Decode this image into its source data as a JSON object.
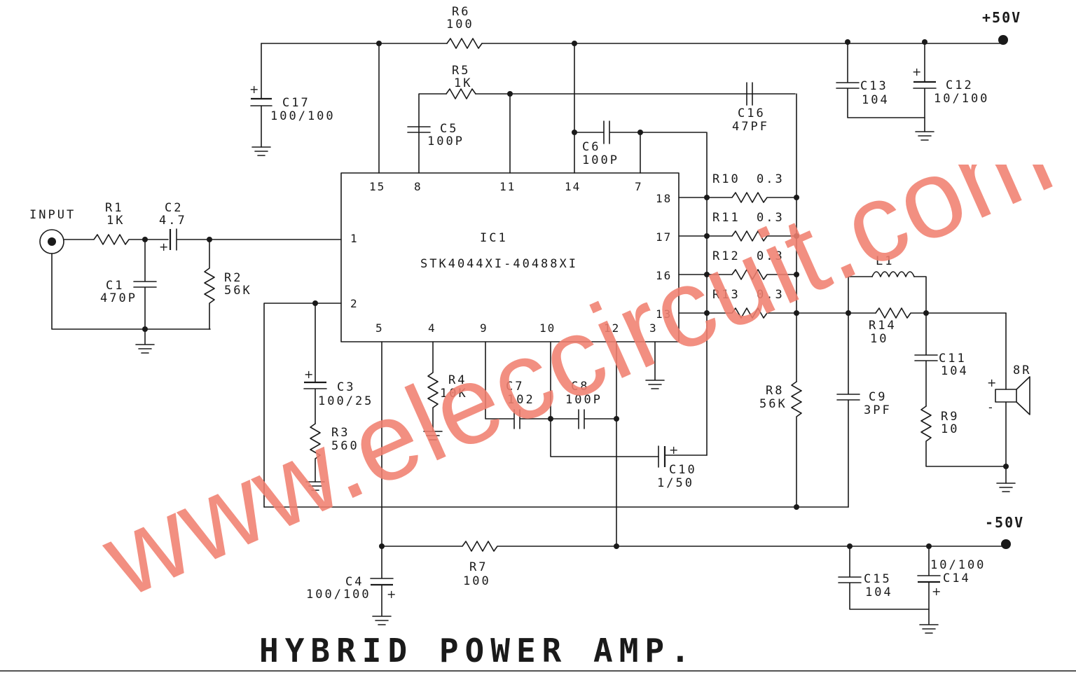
{
  "title": "HYBRID POWER AMP.",
  "watermark": "www.eleccircuit.com",
  "rails": {
    "positive": "+50V",
    "negative": "-50V"
  },
  "input_label": "INPUT",
  "ic": {
    "ref": "IC1",
    "part": "STK4044XI-40488XI",
    "pins": {
      "p15": "15",
      "p8": "8",
      "p11": "11",
      "p14": "14",
      "p7": "7",
      "p18": "18",
      "p17": "17",
      "p16": "16",
      "p13": "13",
      "p1": "1",
      "p2": "2",
      "p5": "5",
      "p4": "4",
      "p9": "9",
      "p10": "10",
      "p12": "12",
      "p3": "3"
    }
  },
  "components": {
    "R1": {
      "ref": "R1",
      "value": "1K"
    },
    "R2": {
      "ref": "R2",
      "value": "56K"
    },
    "R3": {
      "ref": "R3",
      "value": "560"
    },
    "R4": {
      "ref": "R4",
      "value": "10K"
    },
    "R5": {
      "ref": "R5",
      "value": "1K"
    },
    "R6": {
      "ref": "R6",
      "value": "100"
    },
    "R7": {
      "ref": "R7",
      "value": "100"
    },
    "R8": {
      "ref": "R8",
      "value": "56K"
    },
    "R9": {
      "ref": "R9",
      "value": "10"
    },
    "R10": {
      "ref": "R10",
      "value": "0.3"
    },
    "R11": {
      "ref": "R11",
      "value": "0.3"
    },
    "R12": {
      "ref": "R12",
      "value": "0.3"
    },
    "R13": {
      "ref": "R13",
      "value": "0.3"
    },
    "R14": {
      "ref": "R14",
      "value": "10"
    },
    "C1": {
      "ref": "C1",
      "value": "470P"
    },
    "C2": {
      "ref": "C2",
      "value": "4.7"
    },
    "C3": {
      "ref": "C3",
      "value": "100/25"
    },
    "C4": {
      "ref": "C4",
      "value": "100/100"
    },
    "C5": {
      "ref": "C5",
      "value": "100P"
    },
    "C6": {
      "ref": "C6",
      "value": "100P"
    },
    "C7": {
      "ref": "C7",
      "value": "102"
    },
    "C8": {
      "ref": "C8",
      "value": "100P"
    },
    "C9": {
      "ref": "C9",
      "value": "3PF"
    },
    "C10": {
      "ref": "C10",
      "value": "1/50"
    },
    "C11": {
      "ref": "C11",
      "value": "104"
    },
    "C12": {
      "ref": "C12",
      "value": "10/100"
    },
    "C13": {
      "ref": "C13",
      "value": "104"
    },
    "C14": {
      "ref": "C14",
      "value": "10/100"
    },
    "C15": {
      "ref": "C15",
      "value": "104"
    },
    "C16": {
      "ref": "C16",
      "value": "47PF"
    },
    "C17": {
      "ref": "C17",
      "value": "100/100"
    },
    "L1": {
      "ref": "L1"
    },
    "SPK": {
      "ref": "8R"
    }
  },
  "polarity": {
    "plus": "+",
    "minus": "-"
  }
}
